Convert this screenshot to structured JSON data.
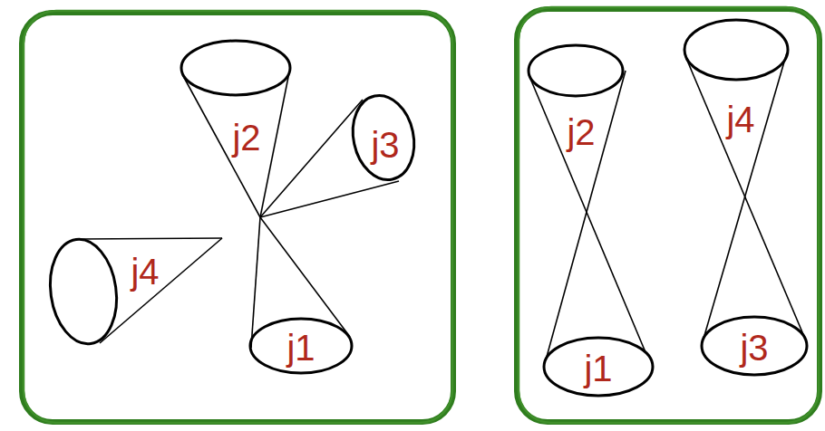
{
  "diagram": {
    "nodes": [
      {
        "text": [
          "j2"
        ]
      },
      {
        "text": [
          "j3"
        ]
      },
      {
        "text": [
          "j4"
        ]
      },
      {
        "text": [
          "j1"
        ]
      },
      {
        "text": [
          "j2"
        ]
      },
      {
        "text": [
          "j4"
        ]
      },
      {
        "text": [
          "j1"
        ]
      },
      {
        "text": [
          "j3"
        ]
      }
    ]
  }
}
